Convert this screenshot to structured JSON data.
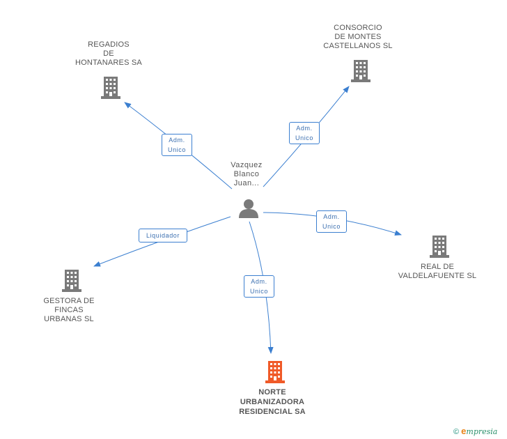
{
  "person": {
    "label": "Vazquez\nBlanco\nJuan..."
  },
  "companies": {
    "regadios": {
      "label": "REGADIOS\nDE\nHONTANARES SA"
    },
    "consorcio": {
      "label": "CONSORCIO\nDE MONTES\nCASTELLANOS SL"
    },
    "real": {
      "label": "REAL DE\nVALDELAFUENTE SL"
    },
    "gestora": {
      "label": "GESTORA DE\nFINCAS\nURBANAS SL"
    },
    "norte": {
      "label": "NORTE\nURBANIZADORA\nRESIDENCIAL SA"
    }
  },
  "edges": {
    "regadios": {
      "role": "Adm.\nUnico"
    },
    "consorcio": {
      "role": "Adm.\nUnico"
    },
    "real": {
      "role": "Adm.\nUnico"
    },
    "gestora": {
      "role": "Liquidador"
    },
    "norte": {
      "role": "Adm.\nUnico"
    }
  },
  "colors": {
    "edge": "#3b7fd0",
    "building": "#7a7a7a",
    "focus_building": "#f05a28",
    "person": "#7a7a7a"
  },
  "footer": {
    "copyright": "©",
    "brand_initial": "e",
    "brand_rest": "mpresia"
  }
}
